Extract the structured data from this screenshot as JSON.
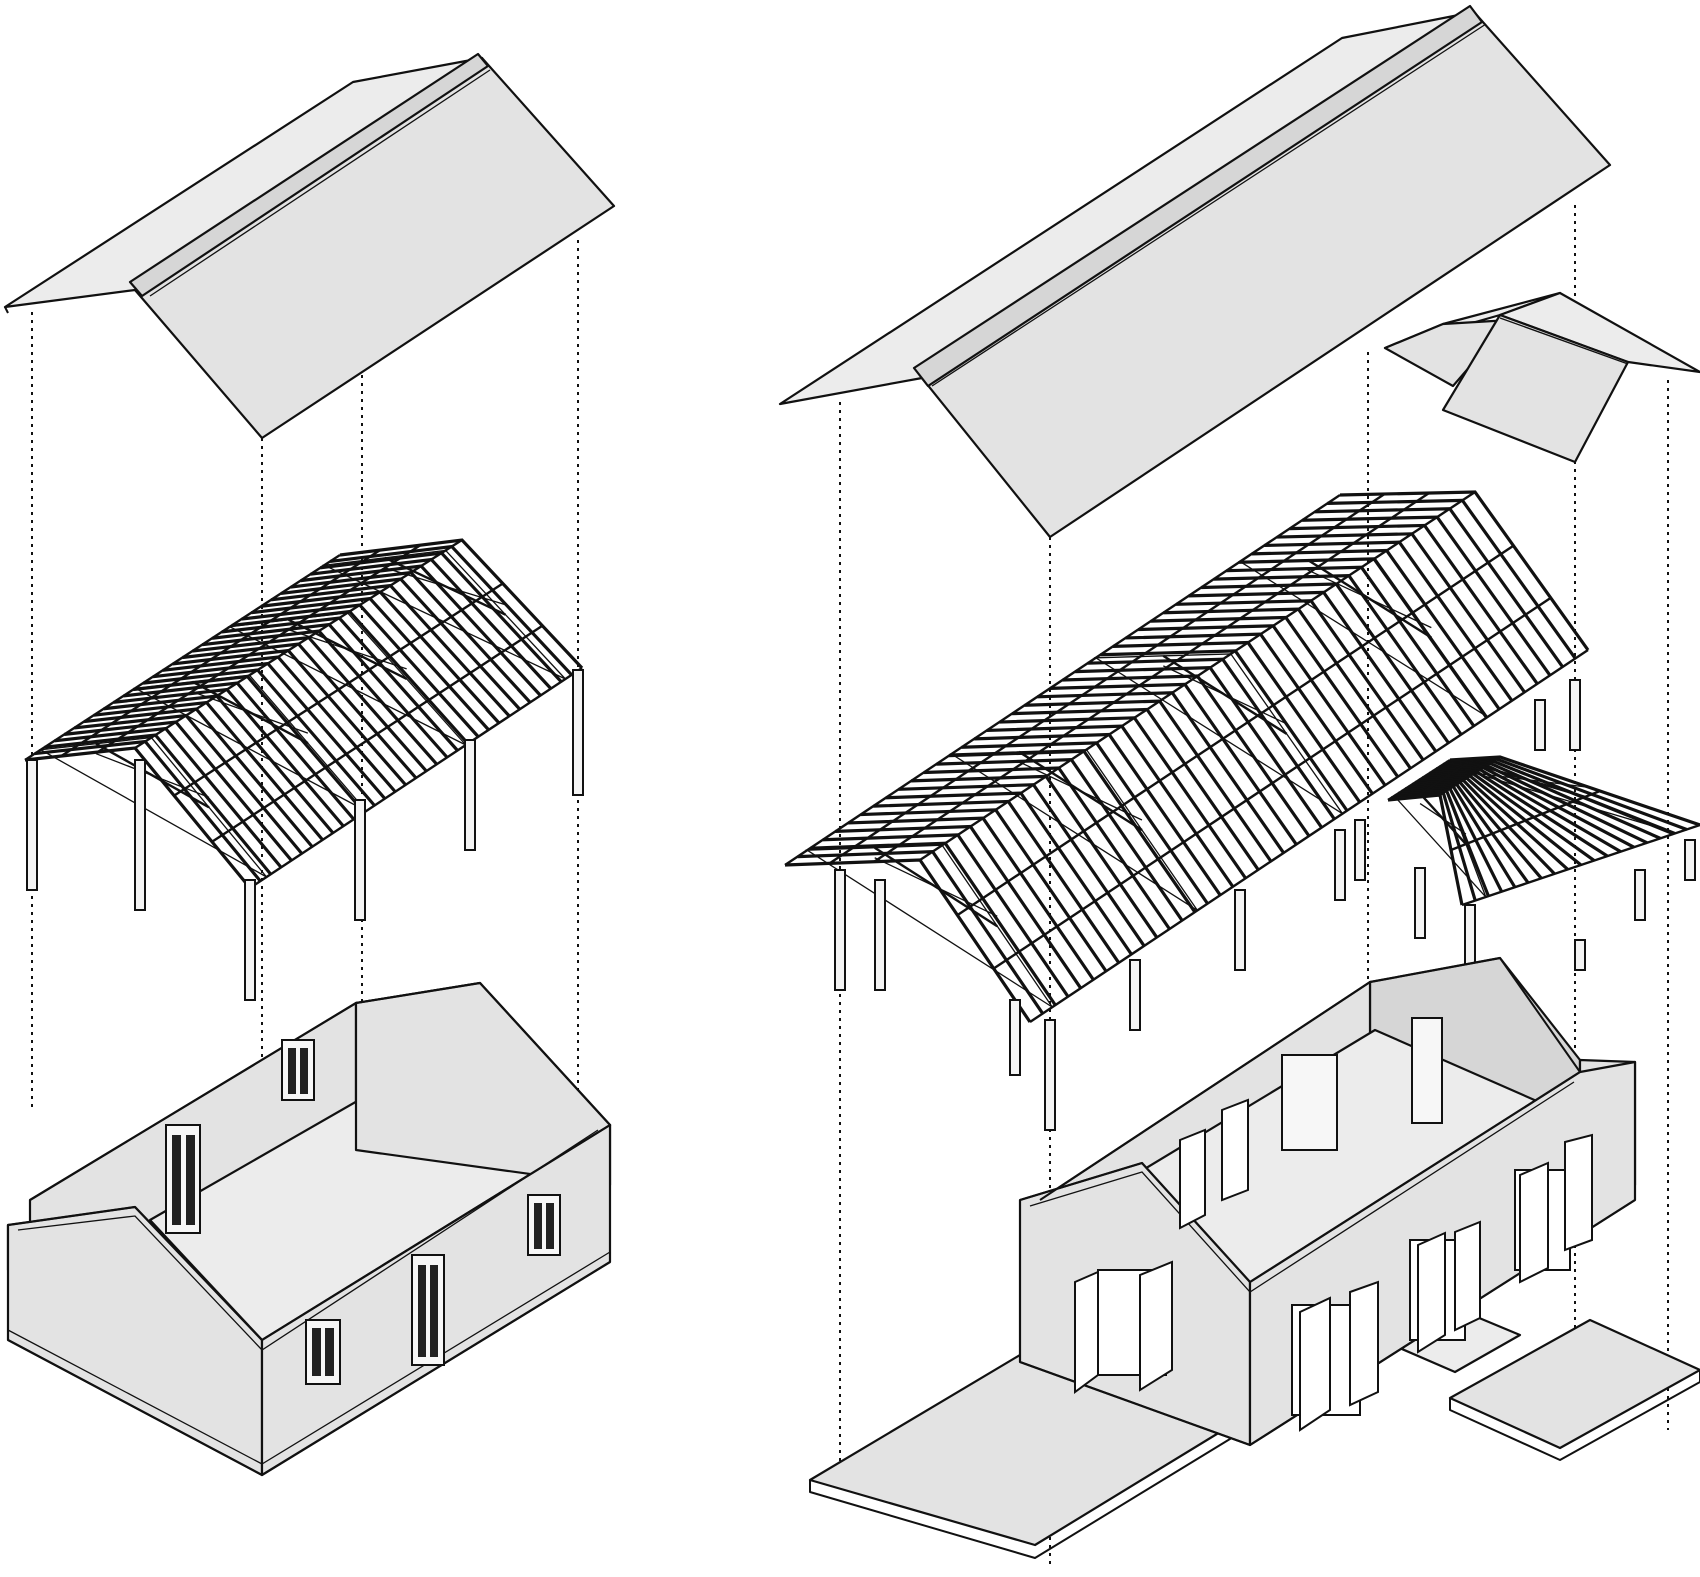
{
  "figure": {
    "type": "exploded-axonometric-diagram",
    "background": "#ffffff",
    "line_color": "#111111",
    "surface_fill": "#e3e3e3"
  },
  "left_assembly": {
    "layers": [
      "roof",
      "timber-frame",
      "wall-shell"
    ]
  },
  "right_assembly": {
    "layers": [
      "roof",
      "annex-roof",
      "timber-frame",
      "annex-frame",
      "walls-with-doors",
      "floor-slab",
      "annex-slab"
    ]
  }
}
